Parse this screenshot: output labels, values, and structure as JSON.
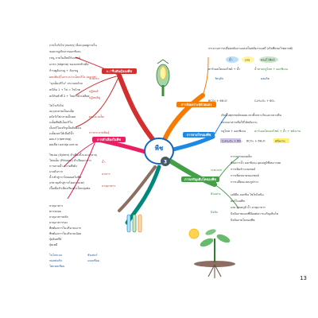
{
  "center": {
    "title": "พืช",
    "number": "3"
  },
  "page_number": "13",
  "left": {
    "structure": {
      "header": "การสืบพันธุ์ของพืช",
      "top_items": [
        "ภายในรังไข่ (ovary) มีออวุลอยู่ภายใน",
        "ของเรณูเกิดจากออกซิเจน",
        "เรณู ภายในมีสเปิร์มเซลล์",
        "แกร่ง (stigma) ของเกสรตัวเมีย",
        "ก้านชูอับเรณู + อับเรณู",
        "ผสมพันธุ์ในกระเปาะเอ็มบริโอ (ovule)",
        "\"ถุงเอ็มบริโอ\" ประกอบด้วย"
      ],
      "mid_labels": [
        "ช่วงแรก",
        "ปฏิสนธิ",
        "ปฏิสนธิคู่"
      ],
      "formulas": [
        "สเปิร์ม 1 + ไข่ = ไซโกต",
        "สเปิร์มตัวที่ 2 + โพลาร์นิวเคลียส"
      ],
      "seed_items": [
        "ไข่โรงรังไข่",
        "ออวุลกลายเป็นเมล็ด",
        "ผนังรังไข่กลายเป็นผล",
        "เมล็ดพืชมีเอ็มบริโอ",
        "เอ็มบริโอเจริญเป็นต้นอ่อน",
        "เมล็ดงอกได้เมื่อมีน้ำ",
        "ผลแก่ (ripening)",
        "ผลเดี่ยว  ผลกลุ่ม  ผลรวม"
      ],
      "seed_label": "ผลและเมล็ด",
      "dispersal_label": "การกระจายพันธุ์"
    },
    "transport": {
      "header": "การลำเลียงในพืช",
      "items": [
        "ไซเลม (Xylem) ลำเลียงน้ำและแร่ธาตุ",
        "โฟลเอ็ม (Phloem) ลำเลียงอาหาร",
        "การคายน้ำ ความตึงผิว",
        "แรงดันราก",
        "น้ำเข้าสู่รากโดยออสโมซิส",
        "แร่ธาตุเข้าสู่รากโดยการแพร่",
        "เนื้อเยื่อลำเลียงเรียงตัวเป็นกลุ่มท่อ"
      ],
      "labels": [
        "น้ำ",
        "อาหาร",
        "ธาตุอาหาร"
      ],
      "lab_items": [
        "ธาตุอาหาร",
        "ตรวจสอบ",
        "ธาตุอาหารหลัก",
        "ธาตุอาหารรอง",
        "พืชต้องการในปริมาณมาก",
        "พืชต้องการในปริมาณน้อย",
        "ปุ๋ยอินทรีย์",
        "ปุ๋ยเคมี"
      ],
      "bottom_labels": [
        "ไนโตรเจน",
        "ฟอสฟอรัส",
        "โพแทสเซียม",
        "ซัลเฟอร์",
        "แคลเซียม"
      ]
    }
  },
  "right": {
    "photosynthesis": {
      "header": "การสังเคราะห์ด้วยแสง",
      "intro": "กระบวนการเปลี่ยนพลังงานแสงเป็นพลังงานเคมี (เกิดที่คลอโรพลาสต์)",
      "equation_labels": [
        "น้ำ",
        "แสง",
        "คลอโรฟิลล์"
      ],
      "formula_a": "คาร์บอนไดออกไซด์ + น้ำ",
      "formula_b": "น้ำตาลกลูโคส + ออกซิเจน",
      "formula_c": "6CO₂ + 6H₂O",
      "formula_d": "C₆H₁₂O₆ + 6O₂",
      "notes": [
        "วัตถุดิบ",
        "ผลผลิต"
      ]
    },
    "respiration": {
      "header": "การหายใจของพืช",
      "items": [
        "เกิดขึ้นทุกเซลล์ตลอดเวลาทั้งกลางวันและกลางคืน",
        "สลายอาหารเพื่อให้ได้พลังงาน"
      ],
      "formula_a": "กลูโคส + ออกซิเจน",
      "formula_b": "คาร์บอนไดออกไซด์ + น้ำ + พลังงาน",
      "formula_c": "C₆H₁₂O₆ + 6O₂",
      "formula_d": "6CO₂ + 6H₂O",
      "highlight": "พลังงาน"
    },
    "growth": {
      "header": "การเจริญเติบโตของพืช",
      "items": [
        "การงอกของเมล็ด",
        "ต้องการน้ำ ออกซิเจน อุณหภูมิที่เหมาะสม",
        "การเพิ่มจำนวนเซลล์",
        "การเพิ่มขนาดของเซลล์",
        "การเปลี่ยนแปลงรูปร่าง",
        "เอทิลีน ออกซิน ไซโทไคนิน",
        "ฮอร์โมนพืช",
        "แสง อุณหภูมิ น้ำ ธาตุอาหาร",
        "ปัจจัยภายนอกที่มีผลต่อการเจริญเติบโต",
        "ปัจจัยภายในของพืช"
      ],
      "labels": [
        "ระยะแรก",
        "ตัวอย่าง",
        "ปัจจัย"
      ]
    }
  },
  "colors": {
    "center_fill": "#ffffff",
    "branch_red": "#d32f2f",
    "branch_pink": "#e91e63",
    "branch_orange": "#f57c00",
    "branch_blue": "#1e88e5",
    "branch_teal": "#00897b",
    "branch_green": "#43a047",
    "branch_brown": "#8d6e63"
  },
  "icons": [
    "flower-diagram-icon",
    "sun-icon",
    "plant-icon",
    "test-tube-icon",
    "seed-icon"
  ]
}
